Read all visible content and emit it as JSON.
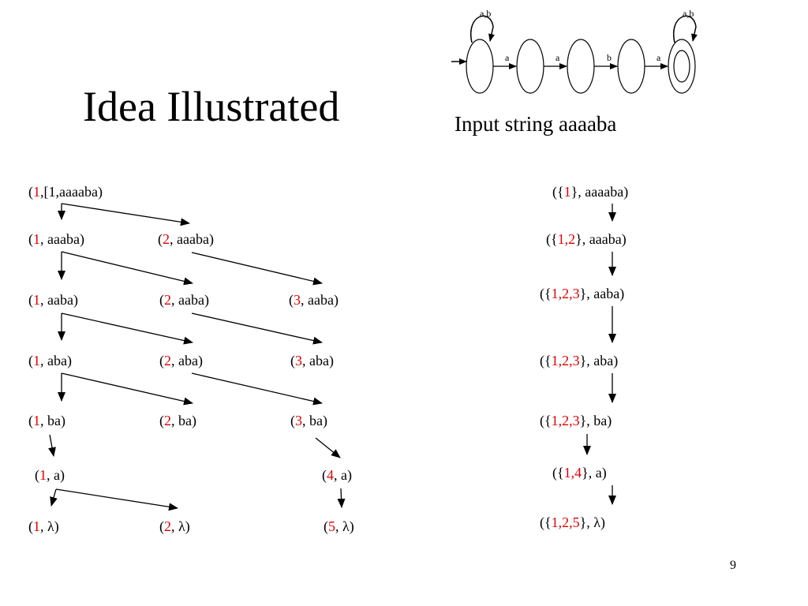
{
  "slide": {
    "title": "Idea Illustrated",
    "subtitle": "Input string aaaaba",
    "page_number": "9"
  },
  "automaton": {
    "loop_labels": [
      "a,b",
      "a,b"
    ],
    "edge_labels": [
      "a",
      "a",
      "b",
      "a"
    ]
  },
  "colors": {
    "highlight": "#e00000",
    "text": "#000000"
  },
  "nfa_trace": [
    [
      "(",
      "1",
      ",[1,aaaaba)"
    ],
    [
      "(",
      "1",
      ", aaaba)"
    ],
    [
      "(",
      "2",
      ", aaaba)"
    ],
    [
      "(",
      "1",
      ", aaba)"
    ],
    [
      "(",
      "2",
      ", aaba)"
    ],
    [
      "(",
      "3",
      ", aaba)"
    ],
    [
      "(",
      "1",
      ", aba)"
    ],
    [
      "(",
      "2",
      ", aba)"
    ],
    [
      "(",
      "3",
      ", aba)"
    ],
    [
      "(",
      "1",
      ", ba)"
    ],
    [
      "(",
      "2",
      ", ba)"
    ],
    [
      "(",
      "3",
      ", ba)"
    ],
    [
      "(",
      "1",
      ", a)"
    ],
    [
      "(",
      "4",
      ", a)"
    ],
    [
      "(",
      "1",
      ", λ)"
    ],
    [
      "(",
      "2",
      ", λ)"
    ],
    [
      "(",
      "5",
      ", λ)"
    ]
  ],
  "dfa_trace": [
    [
      "({",
      "1",
      "}, aaaaba)"
    ],
    [
      "({",
      "1,2",
      "}, aaaba)"
    ],
    [
      "({",
      "1,2,3",
      "}, aaba)"
    ],
    [
      "({",
      "1,2,3",
      "}, aba)"
    ],
    [
      "({",
      "1,2,3",
      "}, ba)"
    ],
    [
      "({",
      "1,4",
      "}, a)"
    ],
    [
      "({",
      "1,2,5",
      "}, λ)"
    ]
  ]
}
